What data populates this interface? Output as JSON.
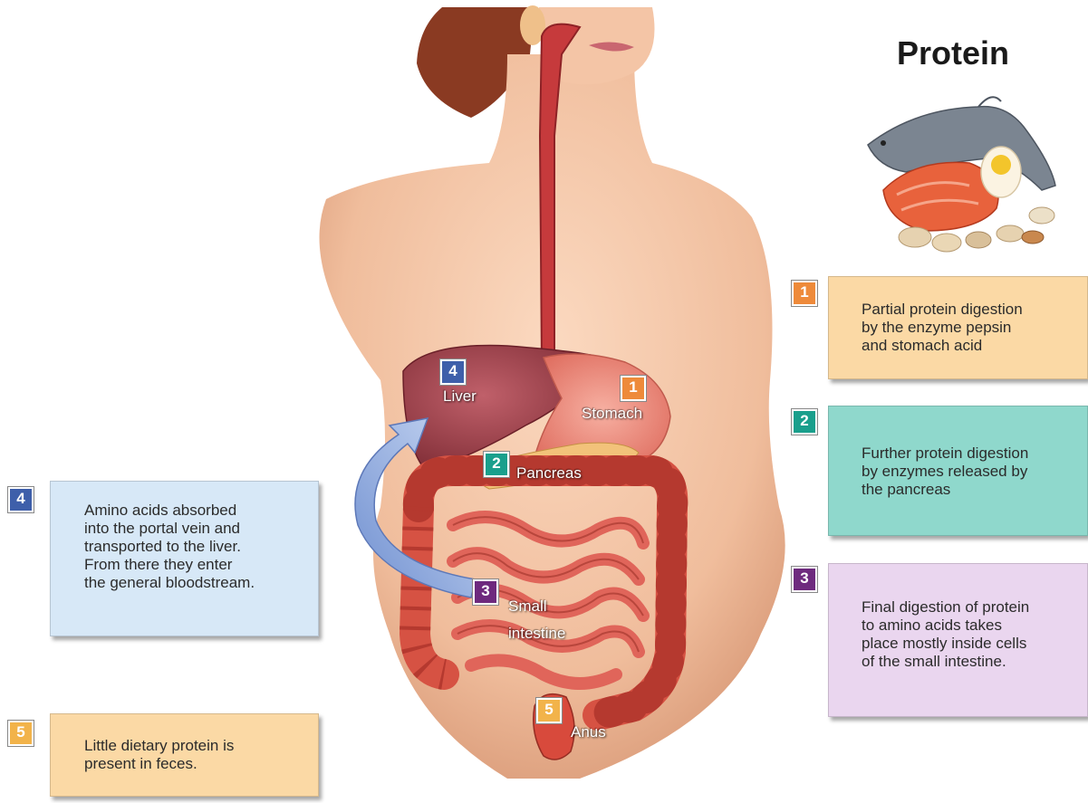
{
  "title": "Protein",
  "colors": {
    "orange": "#ee8a3a",
    "teal": "#1a9f8c",
    "purple": "#6e2a7e",
    "blue": "#3e5faa",
    "yellow": "#f2b34a",
    "orange_box": "#fbd9a5",
    "teal_box": "#8fd8cc",
    "purple_box": "#ead6ef",
    "blue_box": "#d7e8f7"
  },
  "organs": {
    "liver": {
      "number": "4",
      "label": "Liver"
    },
    "stomach": {
      "number": "1",
      "label": "Stomach"
    },
    "pancreas": {
      "number": "2",
      "label": "Pancreas"
    },
    "small_intestine": {
      "number": "3",
      "label_line1": "Small",
      "label_line2": "intestine"
    },
    "anus": {
      "number": "5",
      "label": "Anus"
    }
  },
  "steps": {
    "s1": {
      "number": "1",
      "lines": [
        "Partial protein digestion",
        "by the enzyme pepsin",
        "and stomach acid"
      ]
    },
    "s2": {
      "number": "2",
      "lines": [
        "Further protein digestion",
        "by enzymes released by",
        "the pancreas"
      ]
    },
    "s3": {
      "number": "3",
      "lines": [
        "Final digestion of protein",
        "to amino acids takes",
        "place mostly inside cells",
        "of the small intestine."
      ]
    },
    "s4": {
      "number": "4",
      "lines": [
        "Amino acids absorbed",
        "into the portal vein and",
        "transported to the liver.",
        "From there they enter",
        "the general bloodstream."
      ]
    },
    "s5": {
      "number": "5",
      "lines": [
        "Little dietary protein is",
        "present in feces."
      ]
    }
  }
}
